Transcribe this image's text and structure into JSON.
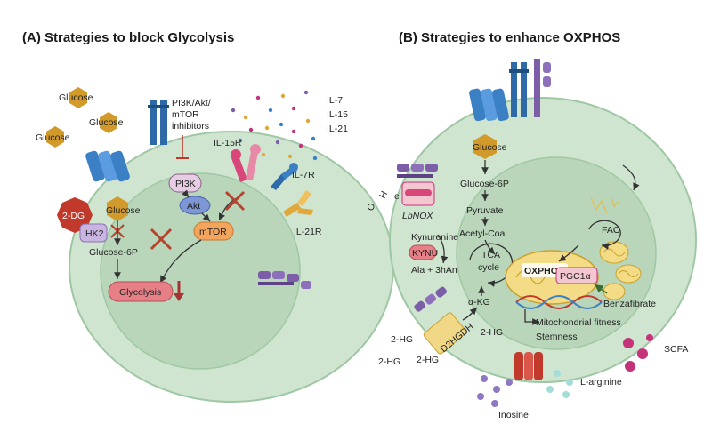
{
  "panelA": {
    "title": "(A) Strategies to block Glycolysis",
    "glucose_outside": [
      "Glucose",
      "Glucose",
      "Glucose"
    ],
    "inhibitors": "PI3K/Akt/\nmTOR\ninhibitors",
    "inhibitor_lines": [
      "PI3K/Akt/",
      "mTOR",
      "inhibitors"
    ],
    "cytokines": [
      "IL-7",
      "IL-15",
      "IL-21"
    ],
    "receptors": [
      "IL-15R",
      "IL-7R",
      "IL-21R"
    ],
    "pi3k": "PI3K",
    "akt": "Akt",
    "mtor": "mTOR",
    "dg": "2-DG",
    "hk2": "HK2",
    "glucose_inside": "Glucose",
    "glucose6p": "Glucose-6P",
    "glycolysis": "Glycolysis"
  },
  "panelB": {
    "title": "(B) Strategies to enhance OXPHOS",
    "glucose": "Glucose",
    "glucose6p": "Glucose-6P",
    "pyruvate": "Pyruvate",
    "acetylcoa": "Acetyl-Coa",
    "tca_line1": "TCA",
    "tca_line2": "cycle",
    "akg": "α-KG",
    "o2": "O",
    "h2o2": "H",
    "electron": "e",
    "lbnox": "LbNOX",
    "kynurenine": "Kynurenine",
    "kynu": "KYNU",
    "ala3han": "Ala + 3hAn",
    "fao": "FAO",
    "oxphos": "OXPHOS",
    "pgc1a": "PGC1α",
    "benzafibrate": "Benzafibrate",
    "mito_fitness": "Mitochondrial fitness",
    "stemness": "Stemness",
    "d2hgdh": "D2HGDH",
    "twohg": [
      "2-HG",
      "2-HG",
      "2-HG",
      "2-HG"
    ],
    "larginine": "L-arginine",
    "scfa": "SCFA",
    "inosine": "Inosine"
  }
}
